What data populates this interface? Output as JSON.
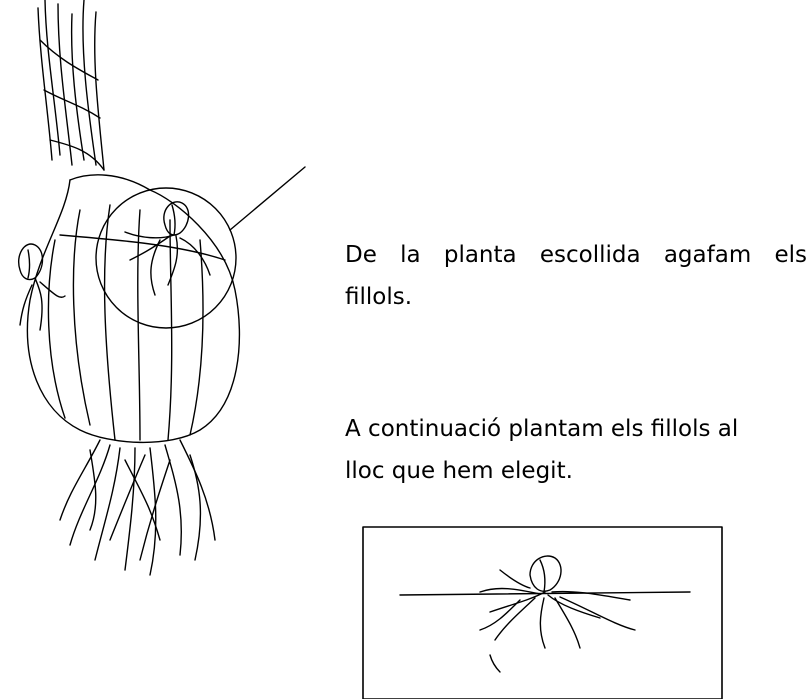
{
  "text": {
    "paragraph1": {
      "line1": "De la planta escollida agafam els",
      "line2": "fillols."
    },
    "paragraph2": {
      "line1": "A continuació plantam els  fillols al",
      "line2": "lloc que hem elegit."
    }
  },
  "illustrations": {
    "bulb": "onion-bulb-drawing",
    "planting": "planted-offset-drawing"
  }
}
